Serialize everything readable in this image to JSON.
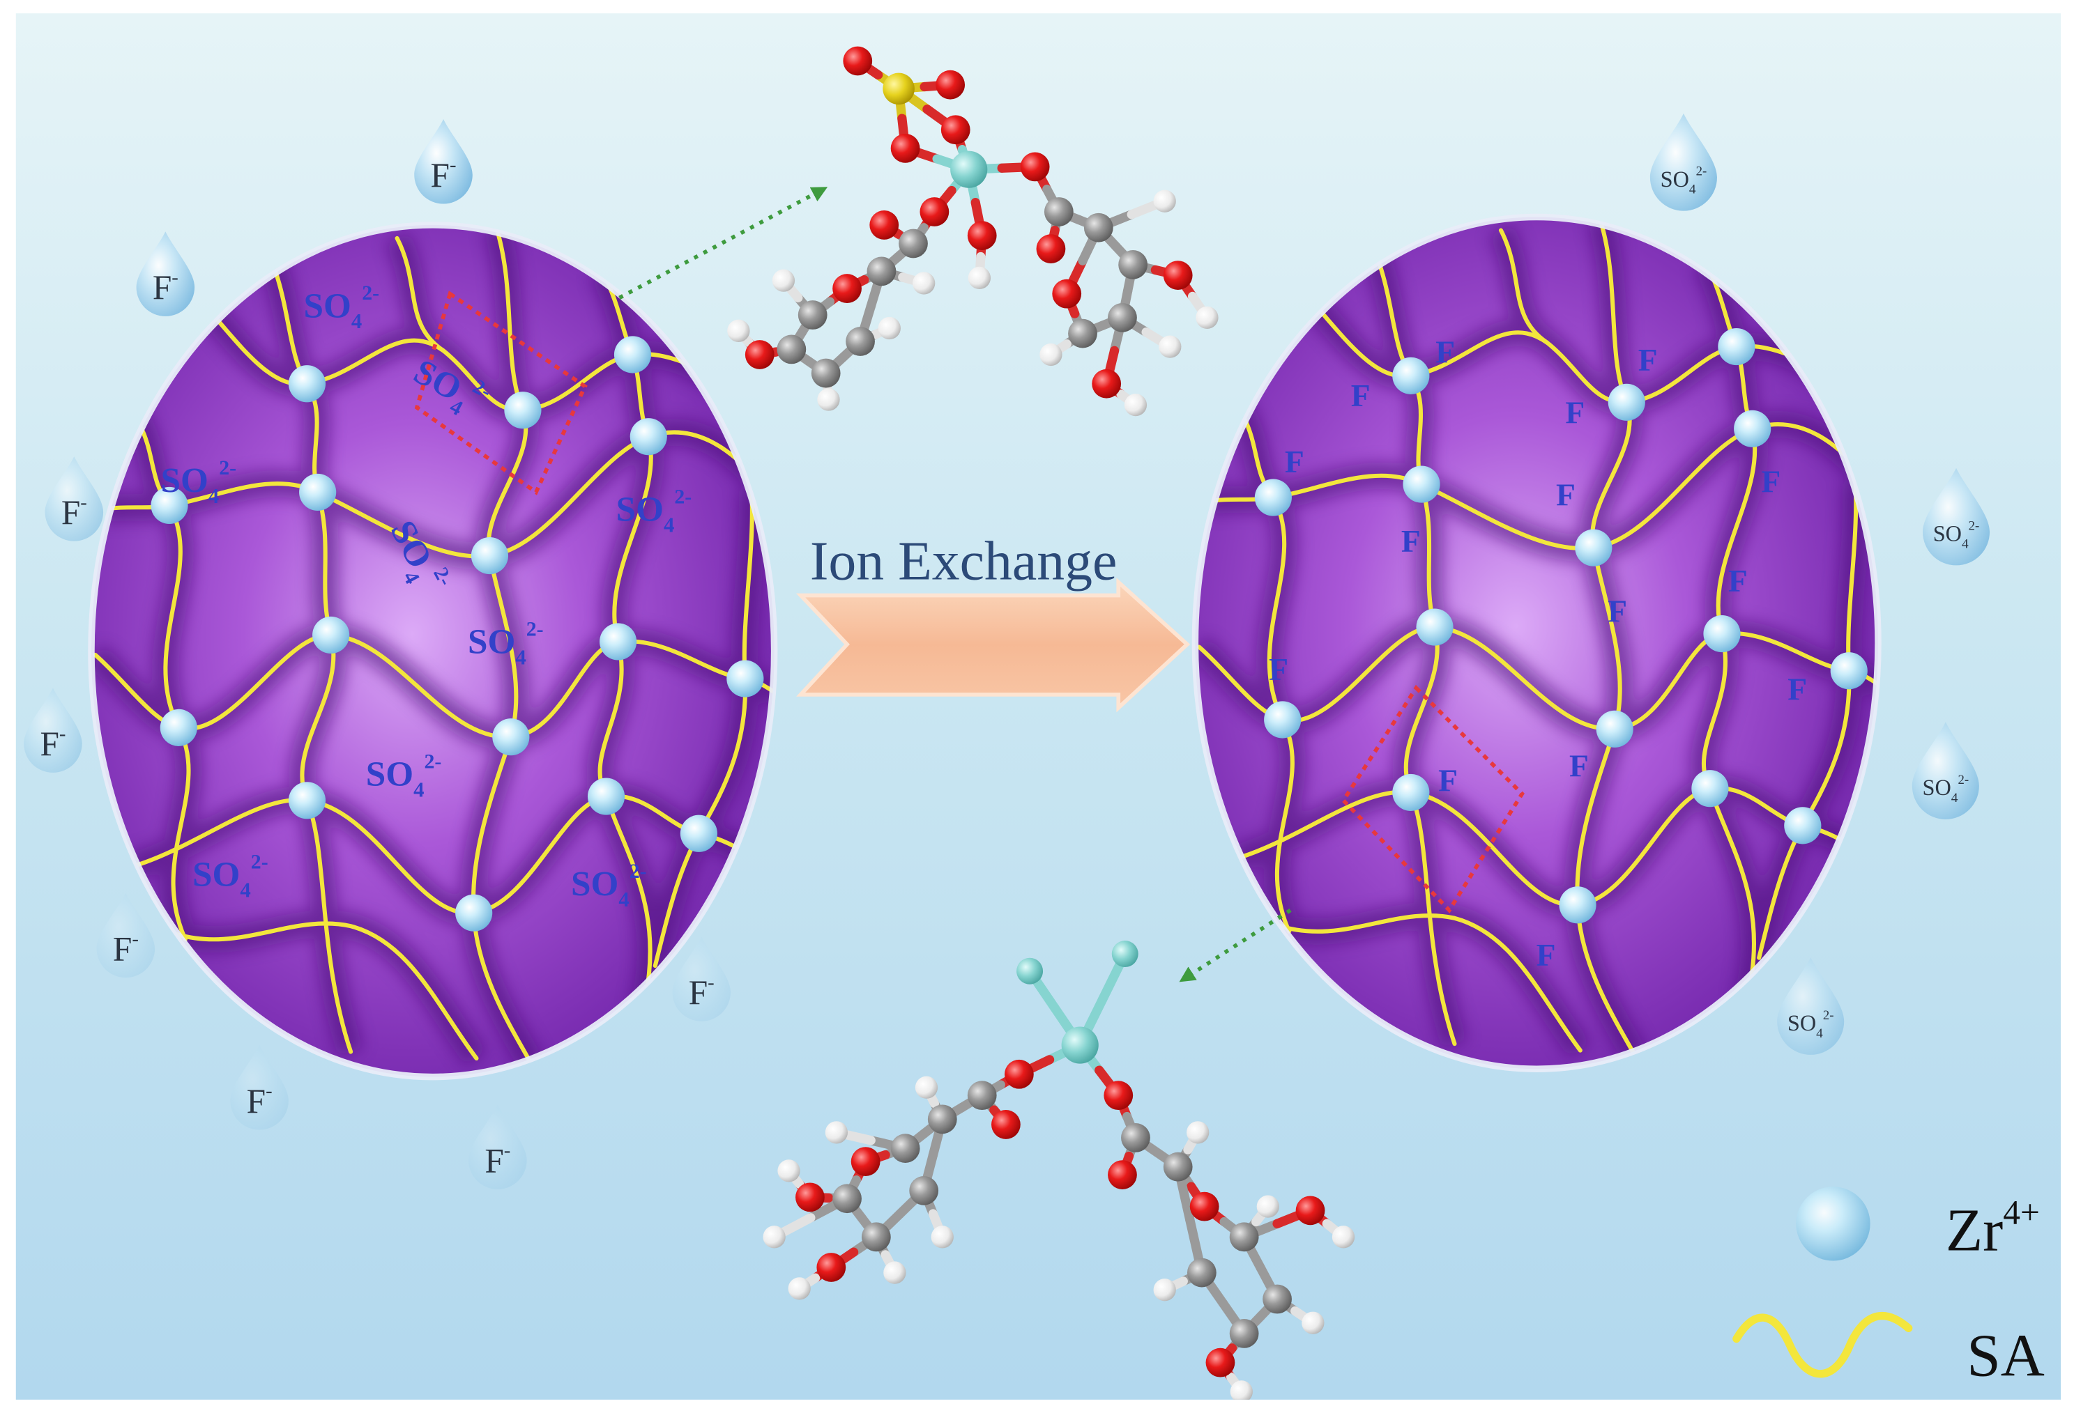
{
  "figure": {
    "arrow_label": "Ion Exchange",
    "before": {
      "bound_ion": {
        "base": "SO",
        "sub": "4",
        "sup": "2-"
      },
      "free_ion": {
        "base": "F",
        "sup": "-"
      }
    },
    "after": {
      "bound_ion": {
        "base": "F"
      },
      "free_ion": {
        "base": "SO",
        "sub": "4",
        "sup": "2-"
      }
    }
  },
  "legend": [
    {
      "icon": "zr-ion-sphere-icon",
      "base": "Zr",
      "sup": "4+"
    },
    {
      "icon": "sa-chain-wave-icon",
      "base": "SA"
    }
  ],
  "colors": {
    "background_top": "#e4f3f7",
    "background_bottom": "#b2d8ee",
    "particle_light": "#d9a8f5",
    "particle_dark": "#7629ae",
    "sa_chain": "#f3e63c",
    "zr_node": "#7cc3e6",
    "arrow": "#f6b995",
    "ion_label": "#3241c9",
    "free_ion_label": "#2b3542",
    "arrow_label": "#2c4a78",
    "highlight_box": "#e8383d",
    "pointer_arrow": "#3e9b3e",
    "oxygen": "#d82a2a",
    "carbon": "#9a9a9a",
    "hydrogen": "#e2e2e2",
    "zirconium": "#86d4d0",
    "sulfur": "#d9c420"
  }
}
